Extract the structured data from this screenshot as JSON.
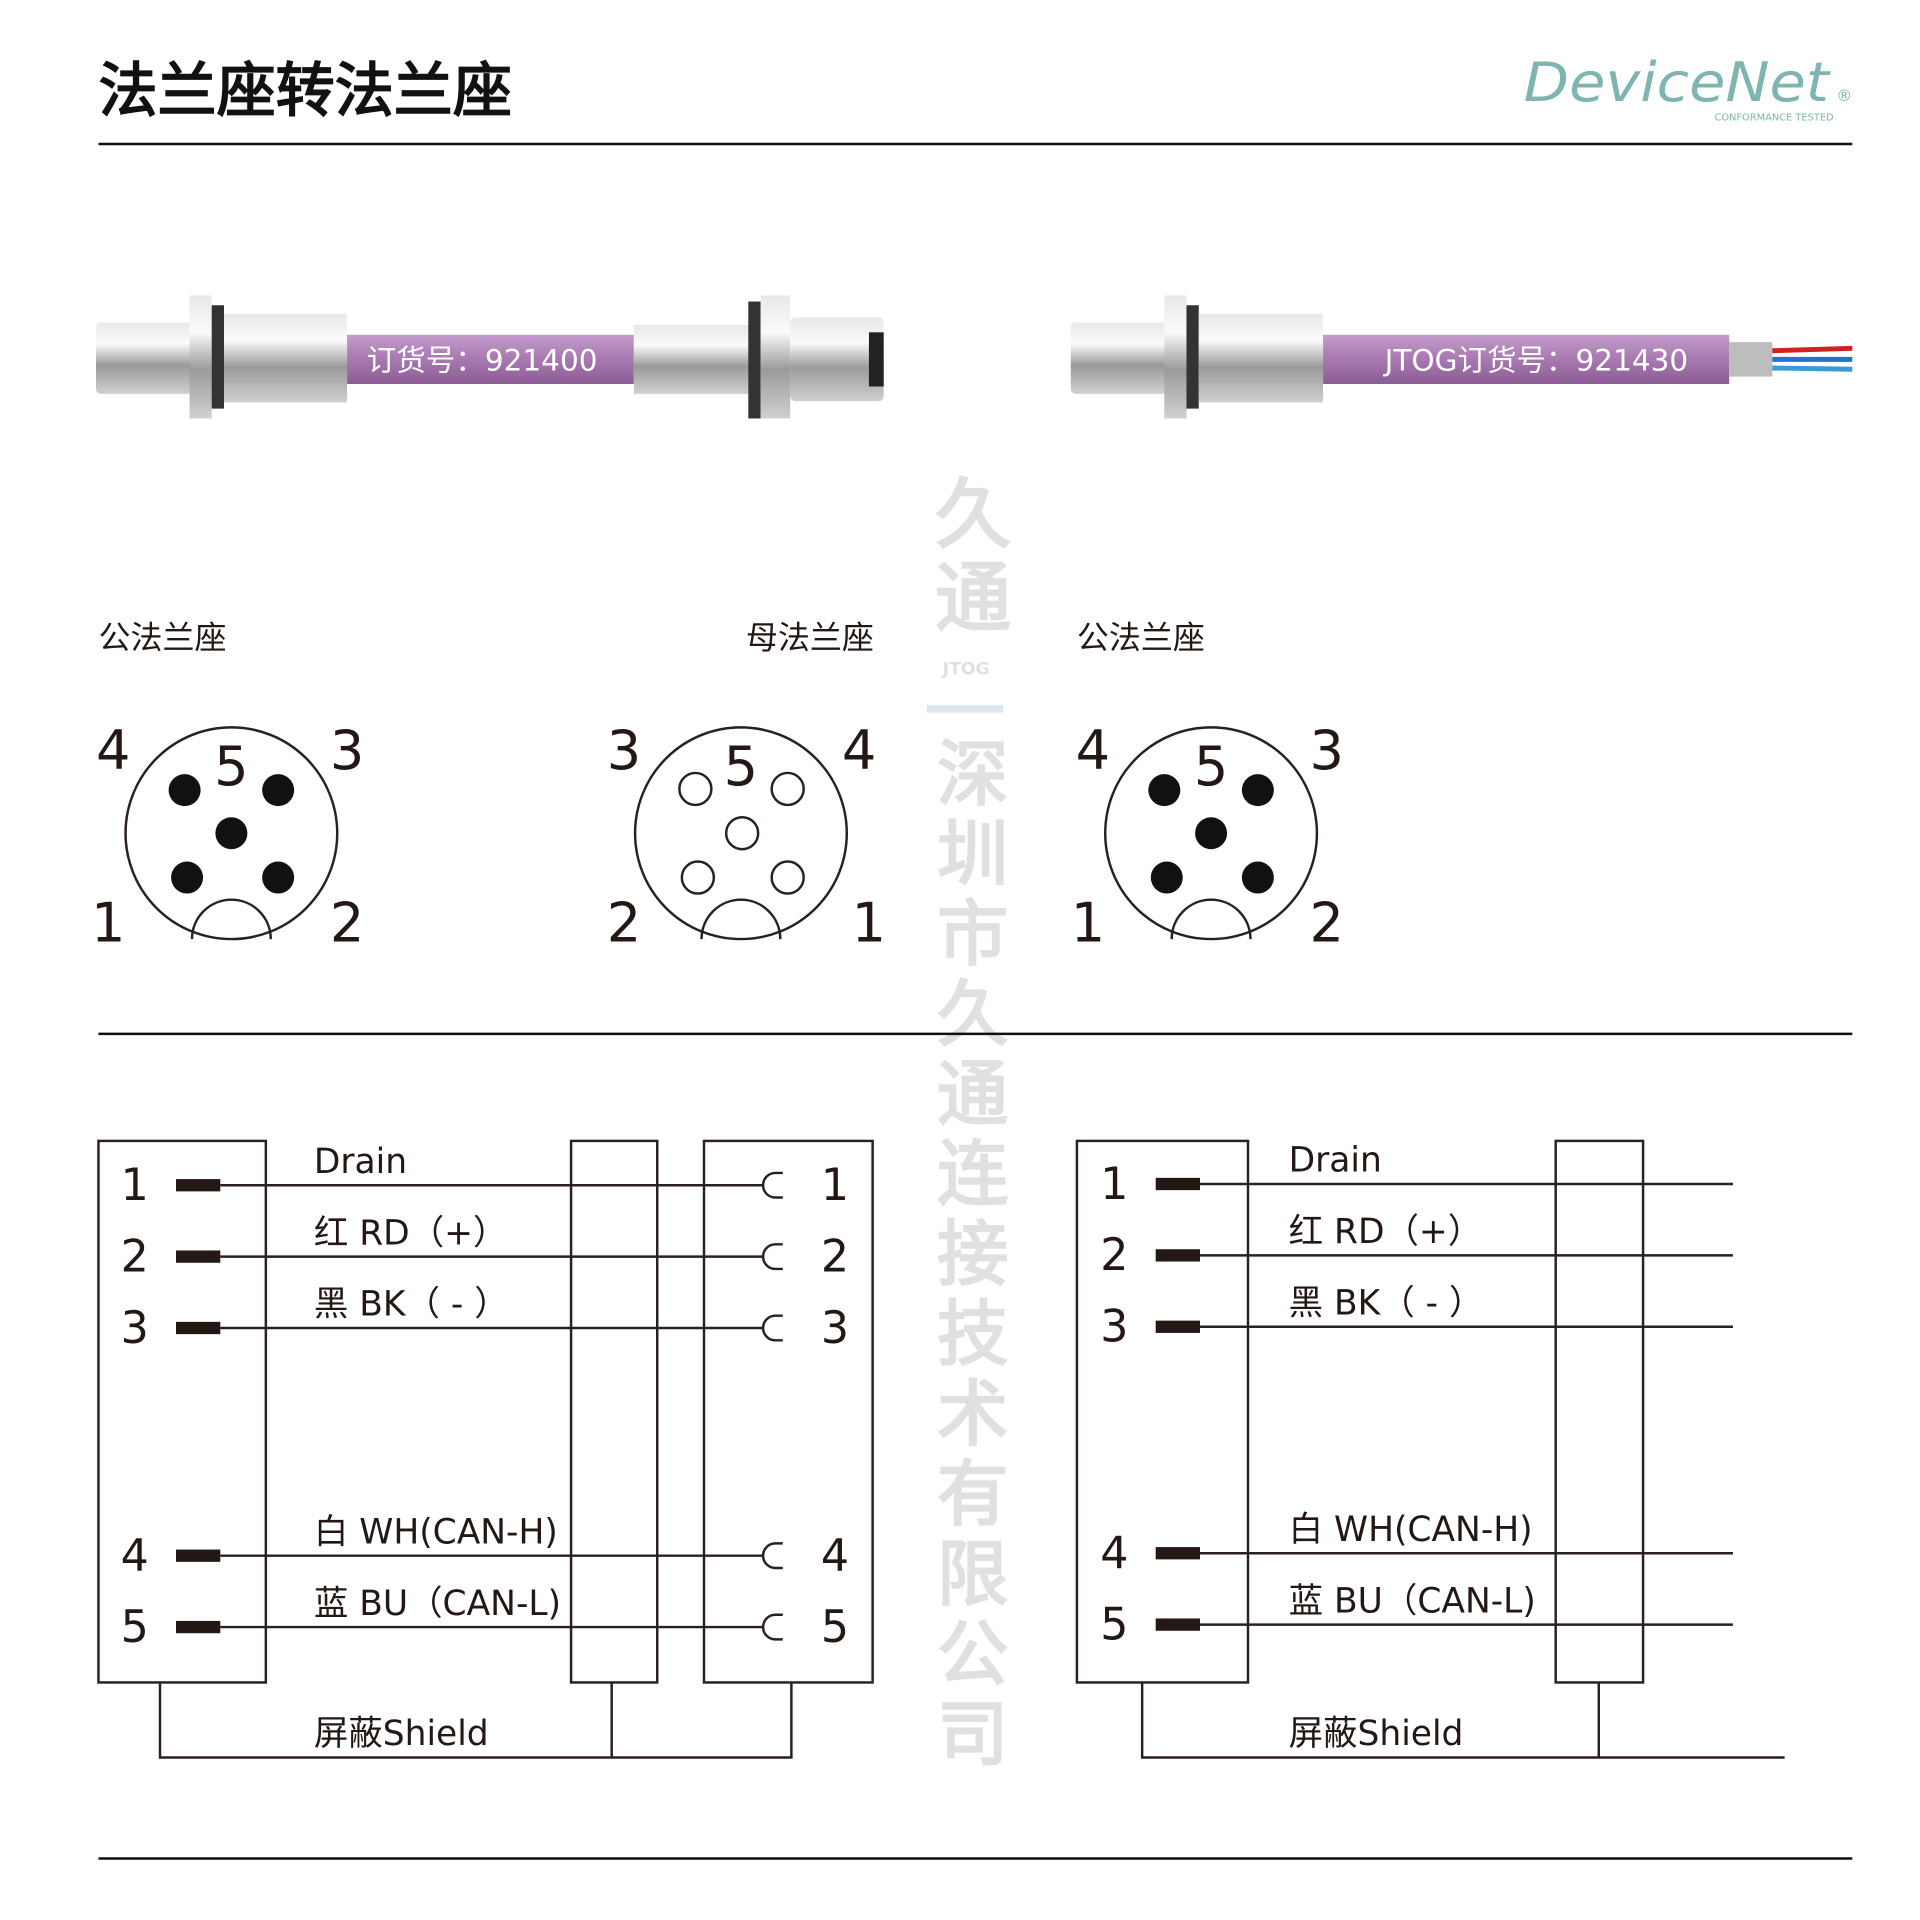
{
  "header": {
    "title": "法兰座转法兰座"
  },
  "logo": {
    "name": "DeviceNet",
    "tagline": "CONFORMANCE TESTED",
    "mark": "®"
  },
  "cables": [
    {
      "label": "订货号：921400"
    },
    {
      "label": "JTOG订货号：921430"
    }
  ],
  "connectors": [
    {
      "caption": "公法兰座",
      "pins": {
        "top_left": "4",
        "top_center": "5",
        "top_right": "3",
        "bottom_left": "1",
        "bottom_right": "2"
      }
    },
    {
      "caption": "母法兰座",
      "pins": {
        "top_left": "3",
        "top_center": "5",
        "top_right": "4",
        "bottom_left": "2",
        "bottom_right": "1"
      }
    },
    {
      "caption": "公法兰座",
      "pins": {
        "top_left": "4",
        "top_center": "5",
        "top_right": "3",
        "bottom_left": "1",
        "bottom_right": "2"
      }
    }
  ],
  "wiring": {
    "pins": [
      "1",
      "2",
      "3",
      "4",
      "5"
    ],
    "wires": [
      "Drain",
      "红 RD（+）",
      "黑 BK（ - ）",
      "白 WH(CAN-H)",
      "蓝 BU（CAN-L)"
    ],
    "shield": "屏蔽Shield"
  },
  "watermark": {
    "brand": "久通",
    "brand_en": "JTOG",
    "company": "深圳市久通连接技术有限公司"
  },
  "colors": {
    "logo": "#7fb5b0",
    "cable": "#a878b0",
    "line": "#231815"
  }
}
